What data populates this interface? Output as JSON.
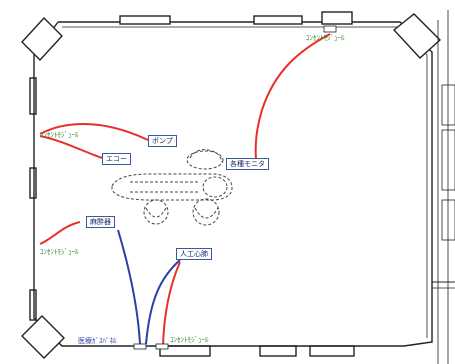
{
  "colors": {
    "wall": "#222222",
    "red_line": "#e8302a",
    "blue_line": "#2a3fa8",
    "outlet_text": "#2f8a2f",
    "gas_text": "#2a3fa8",
    "tag_border": "#3a5aa0",
    "tag_text": "#1a2a66",
    "equipment": "#444444"
  },
  "labels": {
    "outlet_top": "ｺﾝｾﾝﾄﾓｼﾞｭｰﾙ",
    "outlet_left_upper": "ｺﾝｾﾝﾄﾓｼﾞｭｰﾙ",
    "outlet_left_lower": "ｺﾝｾﾝﾄﾓｼﾞｭｰﾙ",
    "outlet_bottom": "ｺﾝｾﾝﾄﾓｼﾞｭｰﾙ",
    "medical_gas": "医療ｶﾞｽﾊﾟﾈﾙ"
  },
  "equipment": {
    "pump": "ポンプ",
    "echo": "エコー",
    "monitor": "各種モニタ",
    "anesthesia": "麻酔器",
    "heart_lung": "人工心肺"
  }
}
